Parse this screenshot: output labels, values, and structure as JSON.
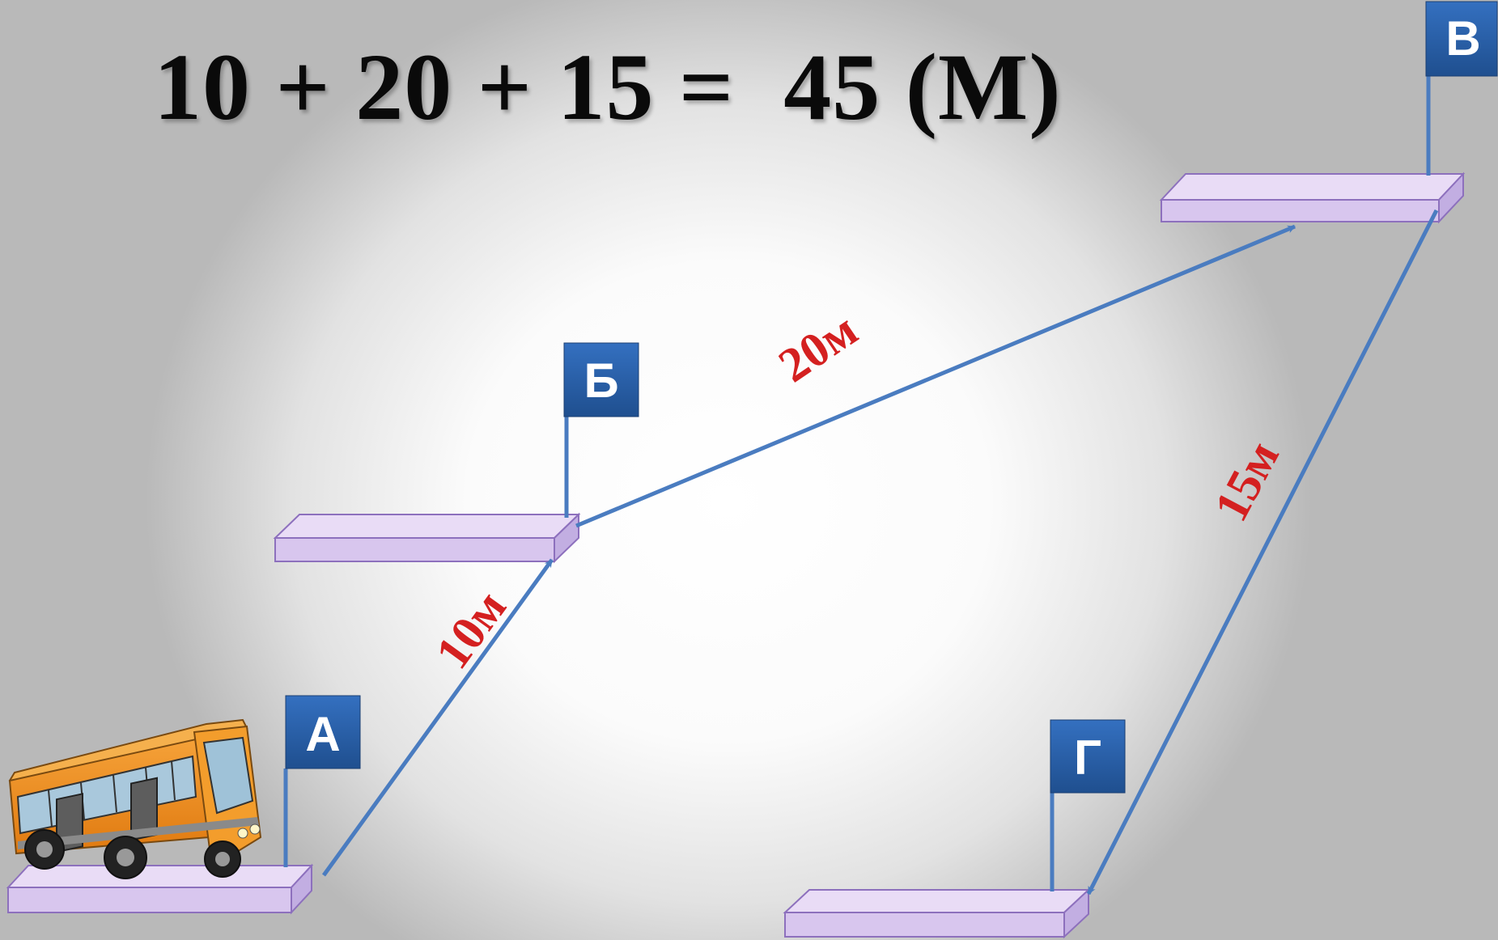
{
  "equation": "10 + 20 + 15 =  45 (М)",
  "stops": [
    {
      "id": "a",
      "label": "А"
    },
    {
      "id": "b",
      "label": "Б"
    },
    {
      "id": "v",
      "label": "В"
    },
    {
      "id": "g",
      "label": "Г"
    }
  ],
  "segments": [
    {
      "from": "А",
      "to": "Б",
      "label": "10м"
    },
    {
      "from": "Б",
      "to": "В",
      "label": "20м"
    },
    {
      "from": "В",
      "to": "Г",
      "label": "15м"
    }
  ],
  "colors": {
    "flag": "#2a5fa8",
    "arrow": "#4a7cc0",
    "platform_top": "#e9dcf6",
    "platform_edge": "#8d70bd",
    "distance_text": "#d42020",
    "bus_body": "#f28c1c"
  },
  "icons": {
    "bus": "bus-icon"
  }
}
